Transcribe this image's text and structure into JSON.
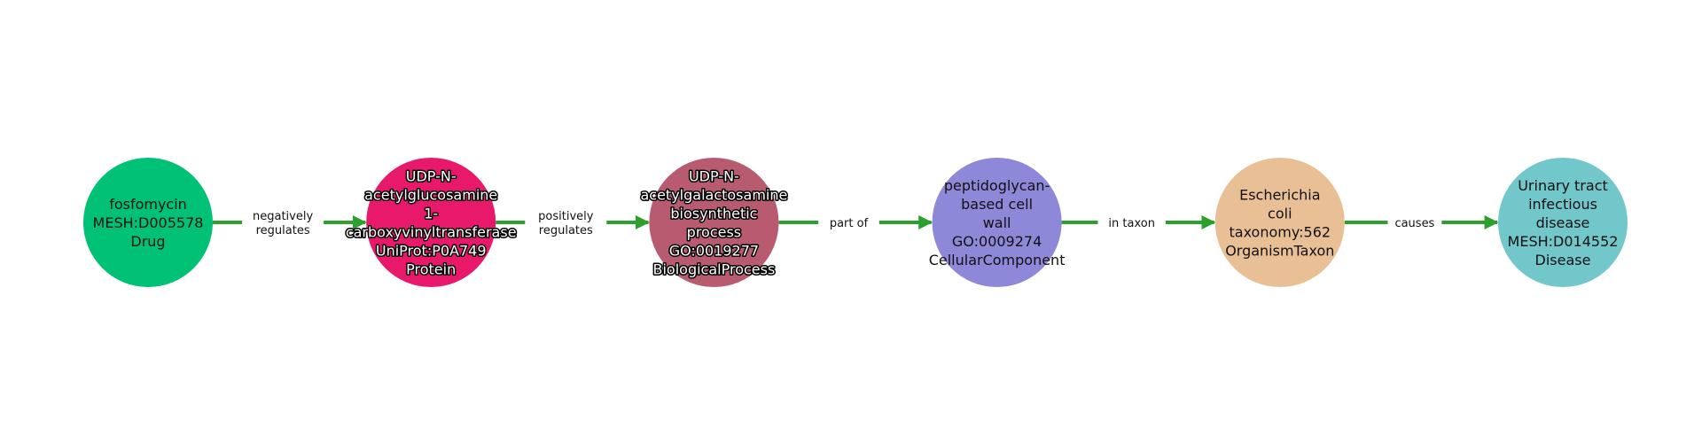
{
  "graph": {
    "edge_color": "#2ca02c",
    "nodes": [
      {
        "id": "n0",
        "lines": [
          "fosfomycin",
          "MESH:D005578",
          "Drug"
        ],
        "name": "fosfomycin",
        "identifier": "MESH:D005578",
        "category": "Drug",
        "color": "#00c175",
        "label_style": "plain"
      },
      {
        "id": "n1",
        "lines": [
          "UDP-N-",
          "acetylglucosamine",
          "1-",
          "carboxyvinyltransferase",
          "UniProt:P0A749",
          "Protein"
        ],
        "name": "UDP-N-acetylglucosamine 1-carboxyvinyltransferase",
        "identifier": "UniProt:P0A749",
        "category": "Protein",
        "color": "#e8196a",
        "label_style": "outlined"
      },
      {
        "id": "n2",
        "lines": [
          "UDP-N-",
          "acetylgalactosamine",
          "biosynthetic",
          "process",
          "GO:0019277",
          "BiologicalProcess"
        ],
        "name": "UDP-N-acetylgalactosamine biosynthetic process",
        "identifier": "GO:0019277",
        "category": "BiologicalProcess",
        "color": "#b85a70",
        "label_style": "outlined"
      },
      {
        "id": "n3",
        "lines": [
          "peptidoglycan-",
          "based cell",
          "wall",
          "GO:0009274",
          "CellularComponent"
        ],
        "name": "peptidoglycan-based cell wall",
        "identifier": "GO:0009274",
        "category": "CellularComponent",
        "color": "#8e88d8",
        "label_style": "plain"
      },
      {
        "id": "n4",
        "lines": [
          "Escherichia",
          "coli",
          "taxonomy:562",
          "OrganismTaxon"
        ],
        "name": "Escherichia coli",
        "identifier": "taxonomy:562",
        "category": "OrganismTaxon",
        "color": "#e9c096",
        "label_style": "plain"
      },
      {
        "id": "n5",
        "lines": [
          "Urinary tract",
          "infectious",
          "disease",
          "MESH:D014552",
          "Disease"
        ],
        "name": "Urinary tract infectious disease",
        "identifier": "MESH:D014552",
        "category": "Disease",
        "color": "#72c7cb",
        "label_style": "plain"
      }
    ],
    "edges": [
      {
        "source": "n0",
        "target": "n1",
        "lines": [
          "negatively",
          "regulates"
        ]
      },
      {
        "source": "n1",
        "target": "n2",
        "lines": [
          "positively",
          "regulates"
        ]
      },
      {
        "source": "n2",
        "target": "n3",
        "lines": [
          "part of"
        ]
      },
      {
        "source": "n3",
        "target": "n4",
        "lines": [
          "in taxon"
        ]
      },
      {
        "source": "n4",
        "target": "n5",
        "lines": [
          "causes"
        ]
      }
    ]
  }
}
